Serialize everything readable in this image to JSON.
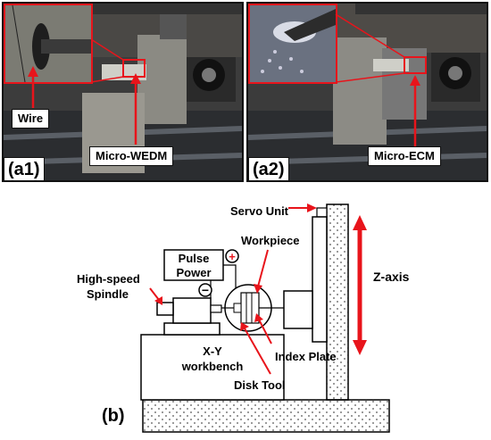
{
  "panel_a1": {
    "tag": "(a1)",
    "label_wire": "Wire",
    "label_tool": "Micro-WEDM"
  },
  "panel_a2": {
    "tag": "(a2)",
    "label_tool": "Micro-ECM"
  },
  "panel_b": {
    "tag": "(b)",
    "servo_unit": "Servo Unit",
    "workpiece": "Workpiece",
    "pulse_power_line1": "Pulse",
    "pulse_power_line2": "Power",
    "plus_sign": "+",
    "minus_sign": "−",
    "spindle_line1": "High-speed",
    "spindle_line2": "Spindle",
    "z_axis": "Z-axis",
    "workbench_line1": "X-Y",
    "workbench_line2": "workbench",
    "index_plate": "Index Plate",
    "disk_tool": "Disk Tool"
  },
  "colors": {
    "callout_red": "#e8141b",
    "stipple": "#555555"
  }
}
